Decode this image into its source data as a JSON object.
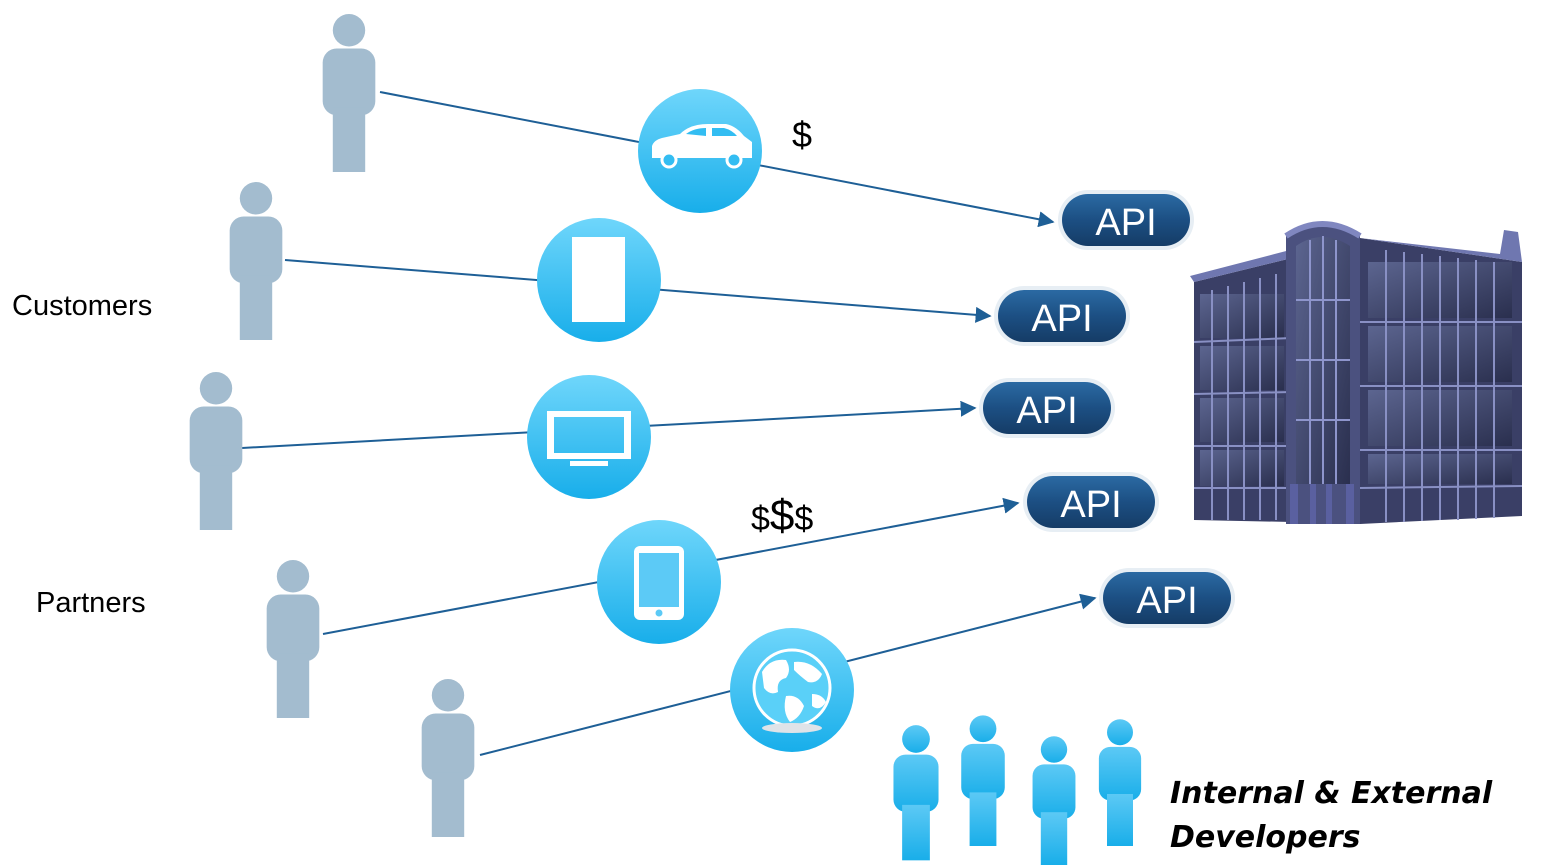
{
  "labels": {
    "customers": "Customers",
    "partners": "Partners",
    "developers_line1": "Internal & External",
    "developers_line2": "Developers"
  },
  "prices": {
    "single": "$",
    "triple_small": "$",
    "triple_big": "$",
    "triple_small2": "$"
  },
  "api_badges": [
    {
      "label": "API"
    },
    {
      "label": "API"
    },
    {
      "label": "API"
    },
    {
      "label": "API"
    },
    {
      "label": "API"
    }
  ],
  "channels": [
    {
      "icon": "car-icon"
    },
    {
      "icon": "phone-icon"
    },
    {
      "icon": "monitor-icon"
    },
    {
      "icon": "tablet-icon"
    },
    {
      "icon": "globe-icon"
    }
  ],
  "colors": {
    "person": "#a3bccf",
    "developer": "#2fb7ee",
    "channel_circle": "#33bdf2",
    "connector_line": "#1e5f96",
    "api_badge": "#1b4d7e",
    "building": "#3a3f66"
  }
}
